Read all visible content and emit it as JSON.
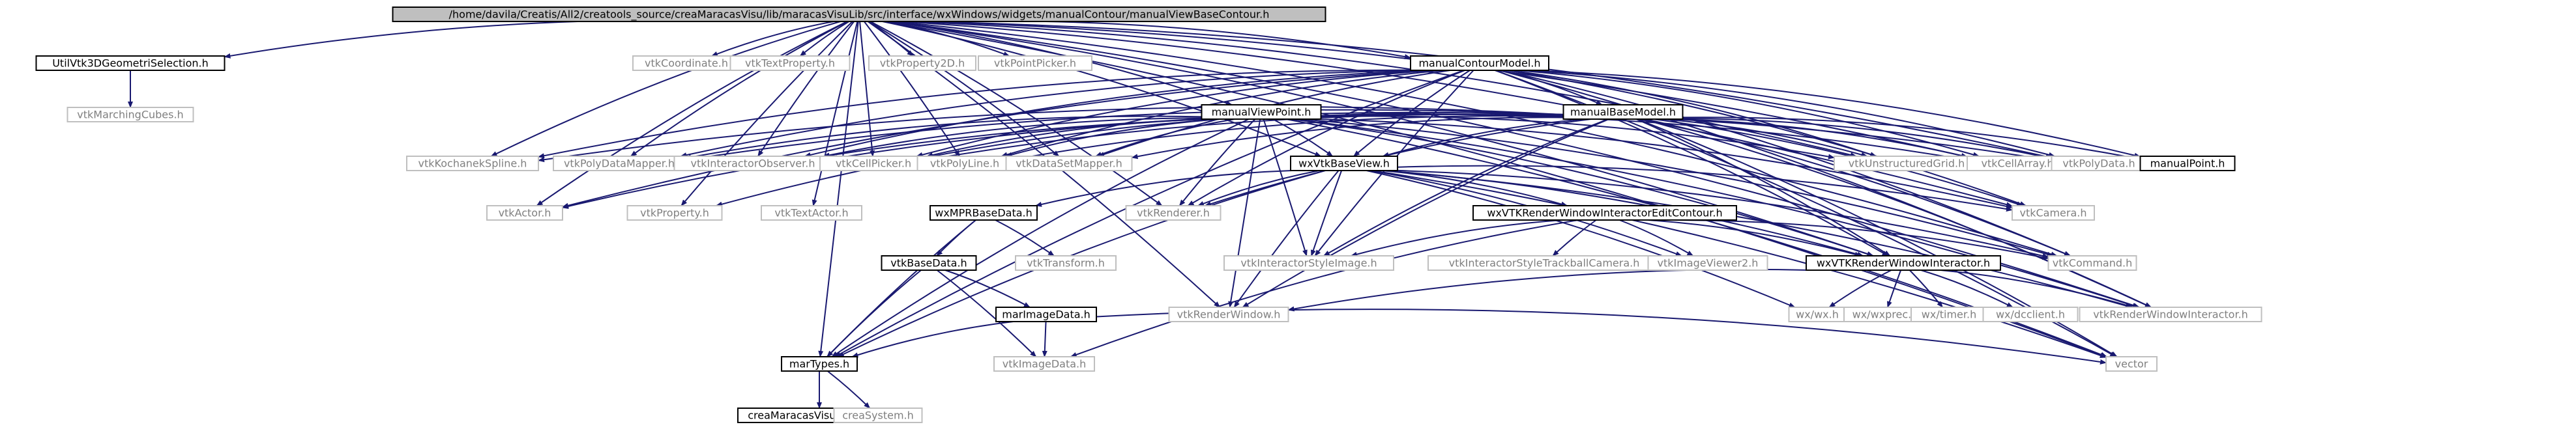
{
  "diagram": {
    "nodes": [
      {
        "id": "root",
        "label": "/home/davila/Creatis/All2/creatools_source/creaMaracasVisu/lib/maracasVisuLib/src/interface/wxWindows/widgets/manualContour/manualViewBaseContour.h",
        "kind": "root"
      },
      {
        "id": "UtilVtk3DGeometriSelection",
        "label": "UtilVtk3DGeometriSelection.h",
        "kind": "doc"
      },
      {
        "id": "vtkMarchingCubes",
        "label": "vtkMarchingCubes.h",
        "kind": "ext"
      },
      {
        "id": "vtkCoordinate",
        "label": "vtkCoordinate.h",
        "kind": "ext"
      },
      {
        "id": "vtkTextProperty",
        "label": "vtkTextProperty.h",
        "kind": "ext"
      },
      {
        "id": "vtkProperty2D",
        "label": "vtkProperty2D.h",
        "kind": "ext"
      },
      {
        "id": "vtkPointPicker",
        "label": "vtkPointPicker.h",
        "kind": "ext"
      },
      {
        "id": "manualContourModel",
        "label": "manualContourModel.h",
        "kind": "doc"
      },
      {
        "id": "manualViewPoint",
        "label": "manualViewPoint.h",
        "kind": "doc"
      },
      {
        "id": "manualBaseModel",
        "label": "manualBaseModel.h",
        "kind": "doc"
      },
      {
        "id": "vtkKochanekSpline",
        "label": "vtkKochanekSpline.h",
        "kind": "ext"
      },
      {
        "id": "vtkPolyDataMapper",
        "label": "vtkPolyDataMapper.h",
        "kind": "ext"
      },
      {
        "id": "vtkInteractorObserver",
        "label": "vtkInteractorObserver.h",
        "kind": "ext"
      },
      {
        "id": "vtkCellPicker",
        "label": "vtkCellPicker.h",
        "kind": "ext"
      },
      {
        "id": "vtkPolyLine",
        "label": "vtkPolyLine.h",
        "kind": "ext"
      },
      {
        "id": "vtkDataSetMapper",
        "label": "vtkDataSetMapper.h",
        "kind": "ext"
      },
      {
        "id": "vtkUnstructuredGrid",
        "label": "vtkUnstructuredGrid.h",
        "kind": "ext"
      },
      {
        "id": "vtkCellArray",
        "label": "vtkCellArray.h",
        "kind": "ext"
      },
      {
        "id": "vtkPolyData",
        "label": "vtkPolyData.h",
        "kind": "ext"
      },
      {
        "id": "manualPoint",
        "label": "manualPoint.h",
        "kind": "doc"
      },
      {
        "id": "wxVtkBaseView",
        "label": "wxVtkBaseView.h",
        "kind": "doc"
      },
      {
        "id": "vtkActor",
        "label": "vtkActor.h",
        "kind": "ext"
      },
      {
        "id": "vtkProperty",
        "label": "vtkProperty.h",
        "kind": "ext"
      },
      {
        "id": "vtkTextActor",
        "label": "vtkTextActor.h",
        "kind": "ext"
      },
      {
        "id": "vtkRenderer",
        "label": "vtkRenderer.h",
        "kind": "ext"
      },
      {
        "id": "wxVTKRenderWindowInteractorEditContour",
        "label": "wxVTKRenderWindowInteractorEditContour.h",
        "kind": "doc"
      },
      {
        "id": "vtkCamera",
        "label": "vtkCamera.h",
        "kind": "ext"
      },
      {
        "id": "wxMPRBaseData",
        "label": "wxMPRBaseData.h",
        "kind": "doc"
      },
      {
        "id": "vtkTransform",
        "label": "vtkTransform.h",
        "kind": "ext"
      },
      {
        "id": "vtkInteractorStyleImage",
        "label": "vtkInteractorStyleImage.h",
        "kind": "ext"
      },
      {
        "id": "vtkInteractorStyleTrackballCamera",
        "label": "vtkInteractorStyleTrackballCamera.h",
        "kind": "ext"
      },
      {
        "id": "vtkImageViewer2",
        "label": "vtkImageViewer2.h",
        "kind": "ext"
      },
      {
        "id": "wxVTKRenderWindowInteractor",
        "label": "wxVTKRenderWindowInteractor.h",
        "kind": "doc"
      },
      {
        "id": "vtkCommand",
        "label": "vtkCommand.h",
        "kind": "ext"
      },
      {
        "id": "vtkBaseData",
        "label": "vtkBaseData.h",
        "kind": "doc"
      },
      {
        "id": "marImageData",
        "label": "marImageData.h",
        "kind": "doc"
      },
      {
        "id": "vtkRenderWindow",
        "label": "vtkRenderWindow.h",
        "kind": "ext"
      },
      {
        "id": "wx_wx",
        "label": "wx/wx.h",
        "kind": "ext"
      },
      {
        "id": "wx_wxprec",
        "label": "wx/wxprec.h",
        "kind": "ext"
      },
      {
        "id": "wx_timer",
        "label": "wx/timer.h",
        "kind": "ext"
      },
      {
        "id": "wx_dcclient",
        "label": "wx/dcclient.h",
        "kind": "ext"
      },
      {
        "id": "vtkRenderWindowInteractor",
        "label": "vtkRenderWindowInteractor.h",
        "kind": "ext"
      },
      {
        "id": "marTypes",
        "label": "marTypes.h",
        "kind": "doc"
      },
      {
        "id": "vtkImageData",
        "label": "vtkImageData.h",
        "kind": "ext"
      },
      {
        "id": "vector",
        "label": "vector",
        "kind": "ext"
      },
      {
        "id": "creaMaracasVisu_EXPORT",
        "label": "creaMaracasVisu_EXPORT.h",
        "kind": "doc"
      },
      {
        "id": "creaSystem",
        "label": "creaSystem.h",
        "kind": "ext"
      }
    ],
    "edges": [
      [
        "root",
        "UtilVtk3DGeometriSelection"
      ],
      [
        "root",
        "vtkCoordinate"
      ],
      [
        "root",
        "vtkTextProperty"
      ],
      [
        "root",
        "vtkProperty2D"
      ],
      [
        "root",
        "vtkPointPicker"
      ],
      [
        "root",
        "manualContourModel"
      ],
      [
        "root",
        "manualViewPoint"
      ],
      [
        "root",
        "wxVtkBaseView"
      ],
      [
        "root",
        "vtkKochanekSpline"
      ],
      [
        "root",
        "vtkPolyDataMapper"
      ],
      [
        "root",
        "vtkInteractorObserver"
      ],
      [
        "root",
        "vtkCellPicker"
      ],
      [
        "root",
        "vtkPolyLine"
      ],
      [
        "root",
        "vtkDataSetMapper"
      ],
      [
        "root",
        "vtkUnstructuredGrid"
      ],
      [
        "root",
        "vtkCellArray"
      ],
      [
        "root",
        "vtkPolyData"
      ],
      [
        "root",
        "vtkActor"
      ],
      [
        "root",
        "vtkProperty"
      ],
      [
        "root",
        "vtkTextActor"
      ],
      [
        "root",
        "vtkRenderer"
      ],
      [
        "root",
        "vtkCamera"
      ],
      [
        "root",
        "marTypes"
      ],
      [
        "root",
        "vector"
      ],
      [
        "root",
        "vtkCommand"
      ],
      [
        "root",
        "wxVTKRenderWindowInteractor"
      ],
      [
        "root",
        "vtkRenderWindowInteractor"
      ],
      [
        "root",
        "vtkRenderWindow"
      ],
      [
        "UtilVtk3DGeometriSelection",
        "vtkMarchingCubes"
      ],
      [
        "manualContourModel",
        "manualBaseModel"
      ],
      [
        "manualContourModel",
        "vtkKochanekSpline"
      ],
      [
        "manualContourModel",
        "vtkPolyDataMapper"
      ],
      [
        "manualContourModel",
        "vtkInteractorObserver"
      ],
      [
        "manualContourModel",
        "vtkCellPicker"
      ],
      [
        "manualContourModel",
        "vtkPolyLine"
      ],
      [
        "manualContourModel",
        "vtkDataSetMapper"
      ],
      [
        "manualContourModel",
        "vtkUnstructuredGrid"
      ],
      [
        "manualContourModel",
        "vtkCellArray"
      ],
      [
        "manualContourModel",
        "vtkPolyData"
      ],
      [
        "manualContourModel",
        "manualPoint"
      ],
      [
        "manualContourModel",
        "wxVtkBaseView"
      ],
      [
        "manualContourModel",
        "vtkActor"
      ],
      [
        "manualContourModel",
        "vtkRenderer"
      ],
      [
        "manualContourModel",
        "vtkCamera"
      ],
      [
        "manualContourModel",
        "marTypes"
      ],
      [
        "manualContourModel",
        "vector"
      ],
      [
        "manualContourModel",
        "vtkCommand"
      ],
      [
        "manualContourModel",
        "wxVTKRenderWindowInteractor"
      ],
      [
        "manualContourModel",
        "vtkInteractorStyleImage"
      ],
      [
        "manualContourModel",
        "vtkRenderWindowInteractor"
      ],
      [
        "manualViewPoint",
        "vtkPolyDataMapper"
      ],
      [
        "manualViewPoint",
        "vtkInteractorObserver"
      ],
      [
        "manualViewPoint",
        "vtkCellPicker"
      ],
      [
        "manualViewPoint",
        "vtkPolyLine"
      ],
      [
        "manualViewPoint",
        "vtkDataSetMapper"
      ],
      [
        "manualViewPoint",
        "vtkUnstructuredGrid"
      ],
      [
        "manualViewPoint",
        "vtkCellArray"
      ],
      [
        "manualViewPoint",
        "vtkPolyData"
      ],
      [
        "manualViewPoint",
        "wxVtkBaseView"
      ],
      [
        "manualViewPoint",
        "vtkActor"
      ],
      [
        "manualViewPoint",
        "vtkProperty"
      ],
      [
        "manualViewPoint",
        "vtkRenderer"
      ],
      [
        "manualViewPoint",
        "marTypes"
      ],
      [
        "manualViewPoint",
        "vector"
      ],
      [
        "manualViewPoint",
        "vtkInteractorStyleImage"
      ],
      [
        "manualViewPoint",
        "vtkCamera"
      ],
      [
        "manualViewPoint",
        "vtkCommand"
      ],
      [
        "manualViewPoint",
        "wxVTKRenderWindowInteractor"
      ],
      [
        "manualViewPoint",
        "vtkRenderWindow"
      ],
      [
        "manualViewPoint",
        "vtkRenderWindowInteractor"
      ],
      [
        "manualBaseModel",
        "vtkKochanekSpline"
      ],
      [
        "manualBaseModel",
        "vtkPolyDataMapper"
      ],
      [
        "manualBaseModel",
        "vtkInteractorObserver"
      ],
      [
        "manualBaseModel",
        "vtkCellPicker"
      ],
      [
        "manualBaseModel",
        "vtkPolyLine"
      ],
      [
        "manualBaseModel",
        "vtkDataSetMapper"
      ],
      [
        "manualBaseModel",
        "vtkUnstructuredGrid"
      ],
      [
        "manualBaseModel",
        "vtkCellArray"
      ],
      [
        "manualBaseModel",
        "vtkPolyData"
      ],
      [
        "manualBaseModel",
        "manualPoint"
      ],
      [
        "manualBaseModel",
        "wxVtkBaseView"
      ],
      [
        "manualBaseModel",
        "vtkRenderer"
      ],
      [
        "manualBaseModel",
        "vtkCamera"
      ],
      [
        "manualBaseModel",
        "vector"
      ],
      [
        "manualBaseModel",
        "vtkCommand"
      ],
      [
        "manualBaseModel",
        "wxVTKRenderWindowInteractor"
      ],
      [
        "manualBaseModel",
        "vtkInteractorStyleImage"
      ],
      [
        "manualBaseModel",
        "vtkRenderWindow"
      ],
      [
        "manualBaseModel",
        "vtkRenderWindowInteractor"
      ],
      [
        "wxVtkBaseView",
        "wxMPRBaseData"
      ],
      [
        "wxVtkBaseView",
        "vtkRenderer"
      ],
      [
        "wxVtkBaseView",
        "vtkRenderWindow"
      ],
      [
        "wxVtkBaseView",
        "vtkInteractorStyleImage"
      ],
      [
        "wxVtkBaseView",
        "wxVTKRenderWindowInteractorEditContour"
      ],
      [
        "wxVtkBaseView",
        "vtkCamera"
      ],
      [
        "wxVtkBaseView",
        "vtkImageViewer2"
      ],
      [
        "wxVtkBaseView",
        "wxVTKRenderWindowInteractor"
      ],
      [
        "wxVtkBaseView",
        "vtkCommand"
      ],
      [
        "wxVtkBaseView",
        "vtkRenderWindowInteractor"
      ],
      [
        "wxVtkBaseView",
        "marTypes"
      ],
      [
        "wxVtkBaseView",
        "vector"
      ],
      [
        "wxVtkBaseView",
        "wx_wx"
      ],
      [
        "wxMPRBaseData",
        "vtkBaseData"
      ],
      [
        "wxMPRBaseData",
        "vtkTransform"
      ],
      [
        "wxMPRBaseData",
        "marTypes"
      ],
      [
        "vtkBaseData",
        "marImageData"
      ],
      [
        "vtkBaseData",
        "marTypes"
      ],
      [
        "vtkBaseData",
        "vtkImageData"
      ],
      [
        "marImageData",
        "marTypes"
      ],
      [
        "marImageData",
        "vtkImageData"
      ],
      [
        "marImageData",
        "vector"
      ],
      [
        "marTypes",
        "creaMaracasVisu_EXPORT"
      ],
      [
        "marTypes",
        "creaSystem"
      ],
      [
        "wxVTKRenderWindowInteractorEditContour",
        "vtkInteractorStyleImage"
      ],
      [
        "wxVTKRenderWindowInteractorEditContour",
        "vtkInteractorStyleTrackballCamera"
      ],
      [
        "wxVTKRenderWindowInteractorEditContour",
        "vtkImageViewer2"
      ],
      [
        "wxVTKRenderWindowInteractorEditContour",
        "wxVTKRenderWindowInteractor"
      ],
      [
        "wxVTKRenderWindowInteractorEditContour",
        "vtkCommand"
      ],
      [
        "wxVTKRenderWindowInteractorEditContour",
        "vtkImageData"
      ],
      [
        "wxVTKRenderWindowInteractor",
        "wx_wx"
      ],
      [
        "wxVTKRenderWindowInteractor",
        "wx_wxprec"
      ],
      [
        "wxVTKRenderWindowInteractor",
        "wx_timer"
      ],
      [
        "wxVTKRenderWindowInteractor",
        "wx_dcclient"
      ],
      [
        "wxVTKRenderWindowInteractor",
        "vtkRenderWindowInteractor"
      ],
      [
        "wxVTKRenderWindowInteractor",
        "vtkRenderWindow"
      ]
    ]
  }
}
